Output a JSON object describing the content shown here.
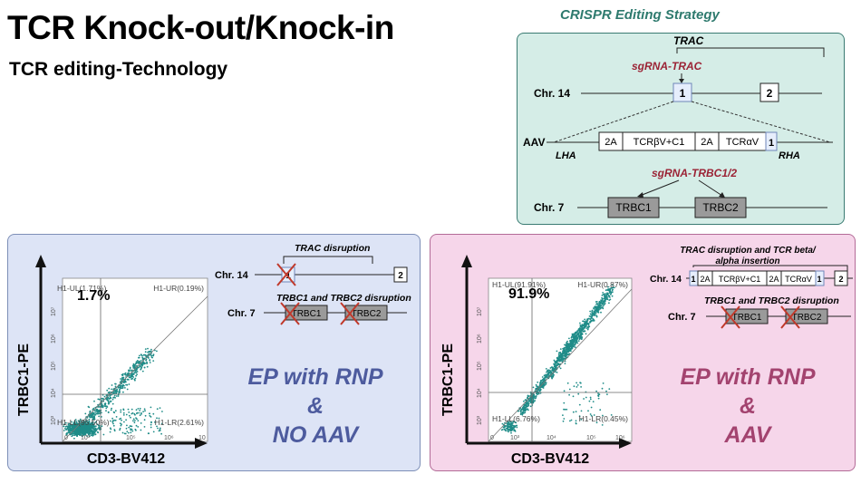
{
  "header": {
    "title": "TCR Knock-out/Knock-in",
    "subtitle": "TCR editing-Technology"
  },
  "strategy": {
    "title": "CRISPR Editing Strategy",
    "trac_label": "TRAC",
    "sgrna_trac": "sgRNA-TRAC",
    "chr14_label": "Chr. 14",
    "exon1": "1",
    "exon2": "2",
    "aav_label": "AAV",
    "lha": "LHA",
    "rha": "RHA",
    "cassette": [
      "2A",
      "TCRβV+C1",
      "2A",
      "TCRαV",
      "1"
    ],
    "sgrna_trbc": "sgRNA-TRBC1/2",
    "chr7_label": "Chr. 7",
    "trbc1": "TRBC1",
    "trbc2": "TRBC2"
  },
  "left_panel": {
    "flow": {
      "ylabel": "TRBC1-PE",
      "xlabel": "CD3-BV412",
      "percent": "1.7%",
      "ul": "H1-UL(1.71%)",
      "ur": "H1-UR(0.19%)",
      "ll": "H1-LL(95.50%)",
      "lr": "H1-LR(2.61%)",
      "xticks": [
        "0",
        "10³",
        "10⁵",
        "10⁶",
        "10"
      ],
      "yticks": [
        "10⁷",
        "10⁶",
        "10⁵",
        "10⁴",
        "10³"
      ]
    },
    "schematic": {
      "trac_disruption": "TRAC disruption",
      "chr14": "Chr. 14",
      "exon1": "1",
      "exon2": "2",
      "trbc_disruption": "TRBC1 and TRBC2  disruption",
      "chr7": "Chr. 7",
      "trbc1": "TRBC1",
      "trbc2": "TRBC2"
    },
    "condition": [
      "EP with RNP",
      "&",
      "NO AAV"
    ]
  },
  "right_panel": {
    "flow": {
      "ylabel": "TRBC1-PE",
      "xlabel": "CD3-BV412",
      "percent": "91.9%",
      "ul": "H1-UL(91.91%)",
      "ur": "H1-UR(0.87%)",
      "ll": "H1-LL(6.76%)",
      "lr": "H1-LR(0.45%)",
      "xticks": [
        "0",
        "10³",
        "10⁴",
        "10⁵",
        "10⁶"
      ],
      "yticks": [
        "10⁷",
        "10⁶",
        "10⁵",
        "10⁴",
        "10³"
      ]
    },
    "schematic": {
      "trac_title_1": "TRAC disruption and  TCR beta/",
      "trac_title_2": "alpha insertion",
      "chr14": "Chr. 14",
      "cassette": [
        "1",
        "2A",
        "TCRβV+C1",
        "2A",
        "TCRαV",
        "1",
        "2"
      ],
      "trbc_disruption": "TRBC1 and TRBC2  disruption",
      "chr7": "Chr. 7",
      "trbc1": "TRBC1",
      "trbc2": "TRBC2"
    },
    "condition": [
      "EP with RNP",
      "&",
      "AAV"
    ]
  },
  "colors": {
    "teal_box": "#d5ede7",
    "blue_panel": "#dde4f6",
    "pink_panel": "#f6d6ea",
    "dots": "#1f8c88",
    "sgrna": "#9b2335",
    "cross": "#c0392b"
  }
}
